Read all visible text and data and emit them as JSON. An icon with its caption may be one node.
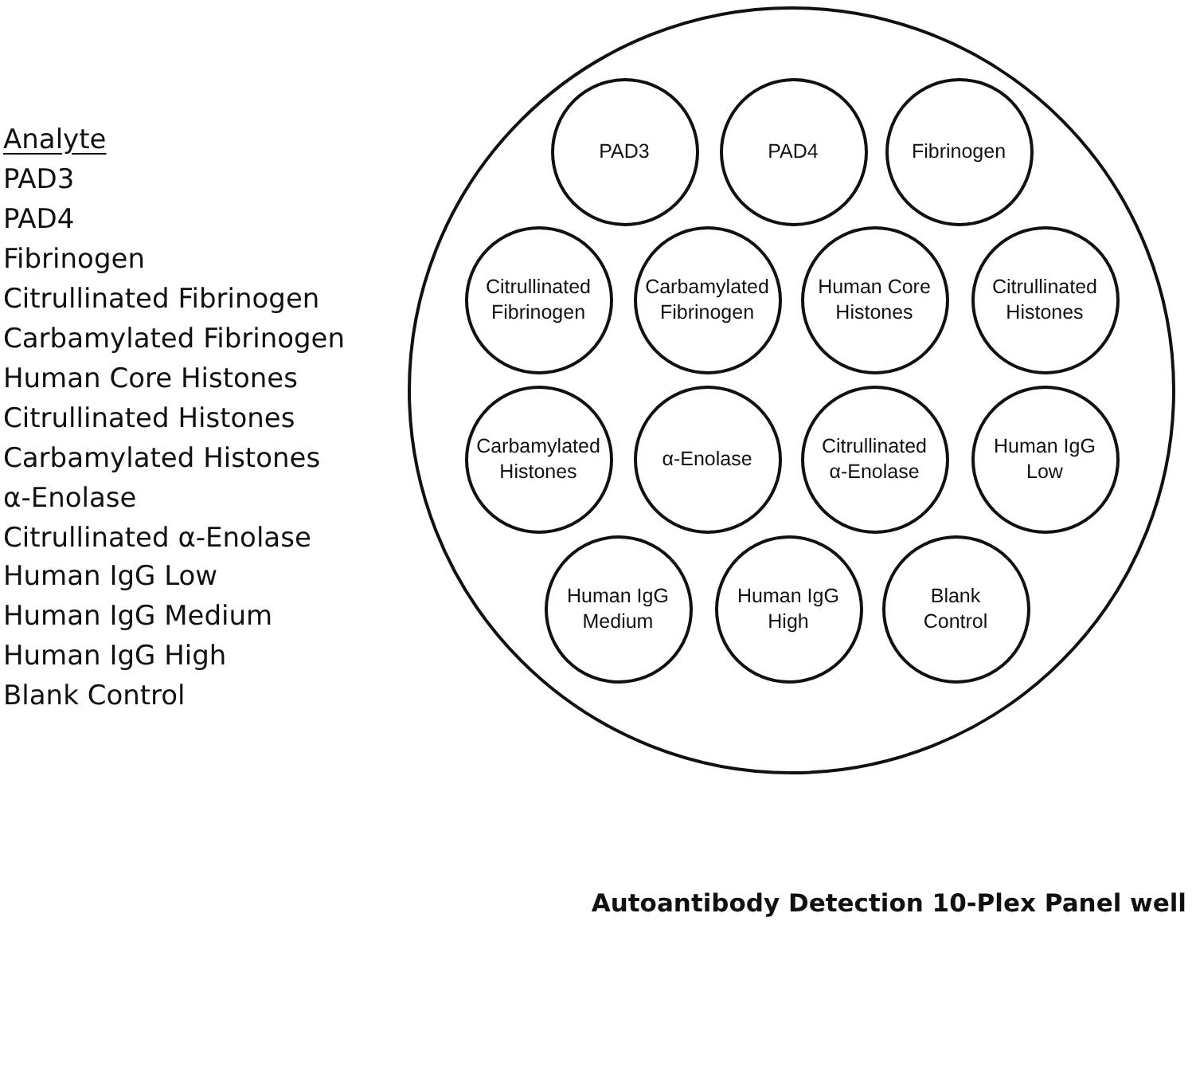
{
  "diagram": {
    "caption": "Autoantibody Detection 10-Plex Panel well",
    "nodes": [
      {
        "text": [],
        "shape": "circle"
      },
      {
        "text": [
          "PAD3"
        ],
        "in": 0
      },
      {
        "text": [
          "PAD4"
        ],
        "in": 0
      },
      {
        "text": [
          "Fibrinogen"
        ],
        "in": 0
      },
      {
        "text": [
          "Citrullinated Fibrinogen"
        ],
        "in": 0
      },
      {
        "text": [
          "Carbamylated Fibrinogen"
        ],
        "in": 0
      },
      {
        "text": [
          "Human Core Histones"
        ],
        "in": 0
      },
      {
        "text": [
          "Citrullinated Histones"
        ],
        "in": 0
      },
      {
        "text": [
          "Carbamylated Histones"
        ],
        "in": 0
      },
      {
        "text": [
          "α-Enolase"
        ],
        "in": 0
      },
      {
        "text": [
          "Citrullinated α-Enolase"
        ],
        "in": 0
      },
      {
        "text": [
          "Human IgG Low"
        ],
        "in": 0
      },
      {
        "text": [
          "Human IgG Medium"
        ],
        "in": 0
      },
      {
        "text": [
          "Human IgG High"
        ],
        "in": 0
      },
      {
        "text": [
          "Blank Control"
        ],
        "in": 0
      }
    ],
    "edges": [],
    "labels": [
      "Analyte",
      "PAD3",
      "PAD4",
      "Fibrinogen",
      "Citrullinated Fibrinogen",
      "Carbamylated Fibrinogen",
      "Human Core Histones",
      "Citrullinated Histones",
      "Carbamylated Histones",
      "α-Enolase",
      "Citrullinated α-Enolase",
      "Human IgG Low",
      "Human IgG Medium",
      "Human IgG High",
      "Blank Control"
    ]
  }
}
